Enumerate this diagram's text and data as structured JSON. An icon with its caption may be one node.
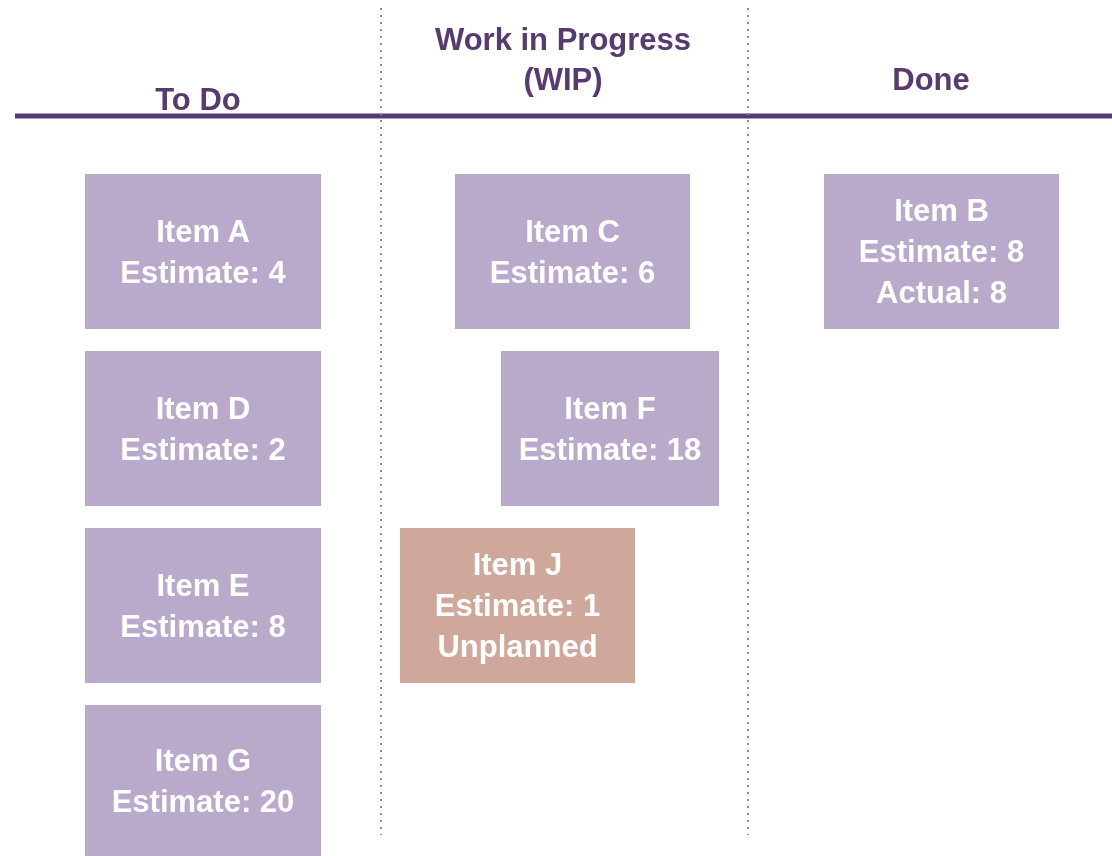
{
  "diagram": {
    "nodes": [
      {
        "text": [
          "Item A",
          "Estimate: 4"
        ]
      },
      {
        "text": [
          "Item D",
          "Estimate: 2"
        ]
      },
      {
        "text": [
          "Item E",
          "Estimate: 8"
        ]
      },
      {
        "text": [
          "Item G",
          "Estimate: 20"
        ]
      },
      {
        "text": [
          "Item C",
          "Estimate: 6"
        ]
      },
      {
        "text": [
          "Item F",
          "Estimate: 18"
        ]
      },
      {
        "text": [
          "Item J",
          "Estimate: 1",
          "Unplanned"
        ]
      },
      {
        "text": [
          "Item B",
          "Estimate: 8",
          "Actual: 8"
        ]
      }
    ],
    "edges": [],
    "labels": [
      "To Do",
      "Work in Progress (WIP)",
      "Done"
    ]
  }
}
